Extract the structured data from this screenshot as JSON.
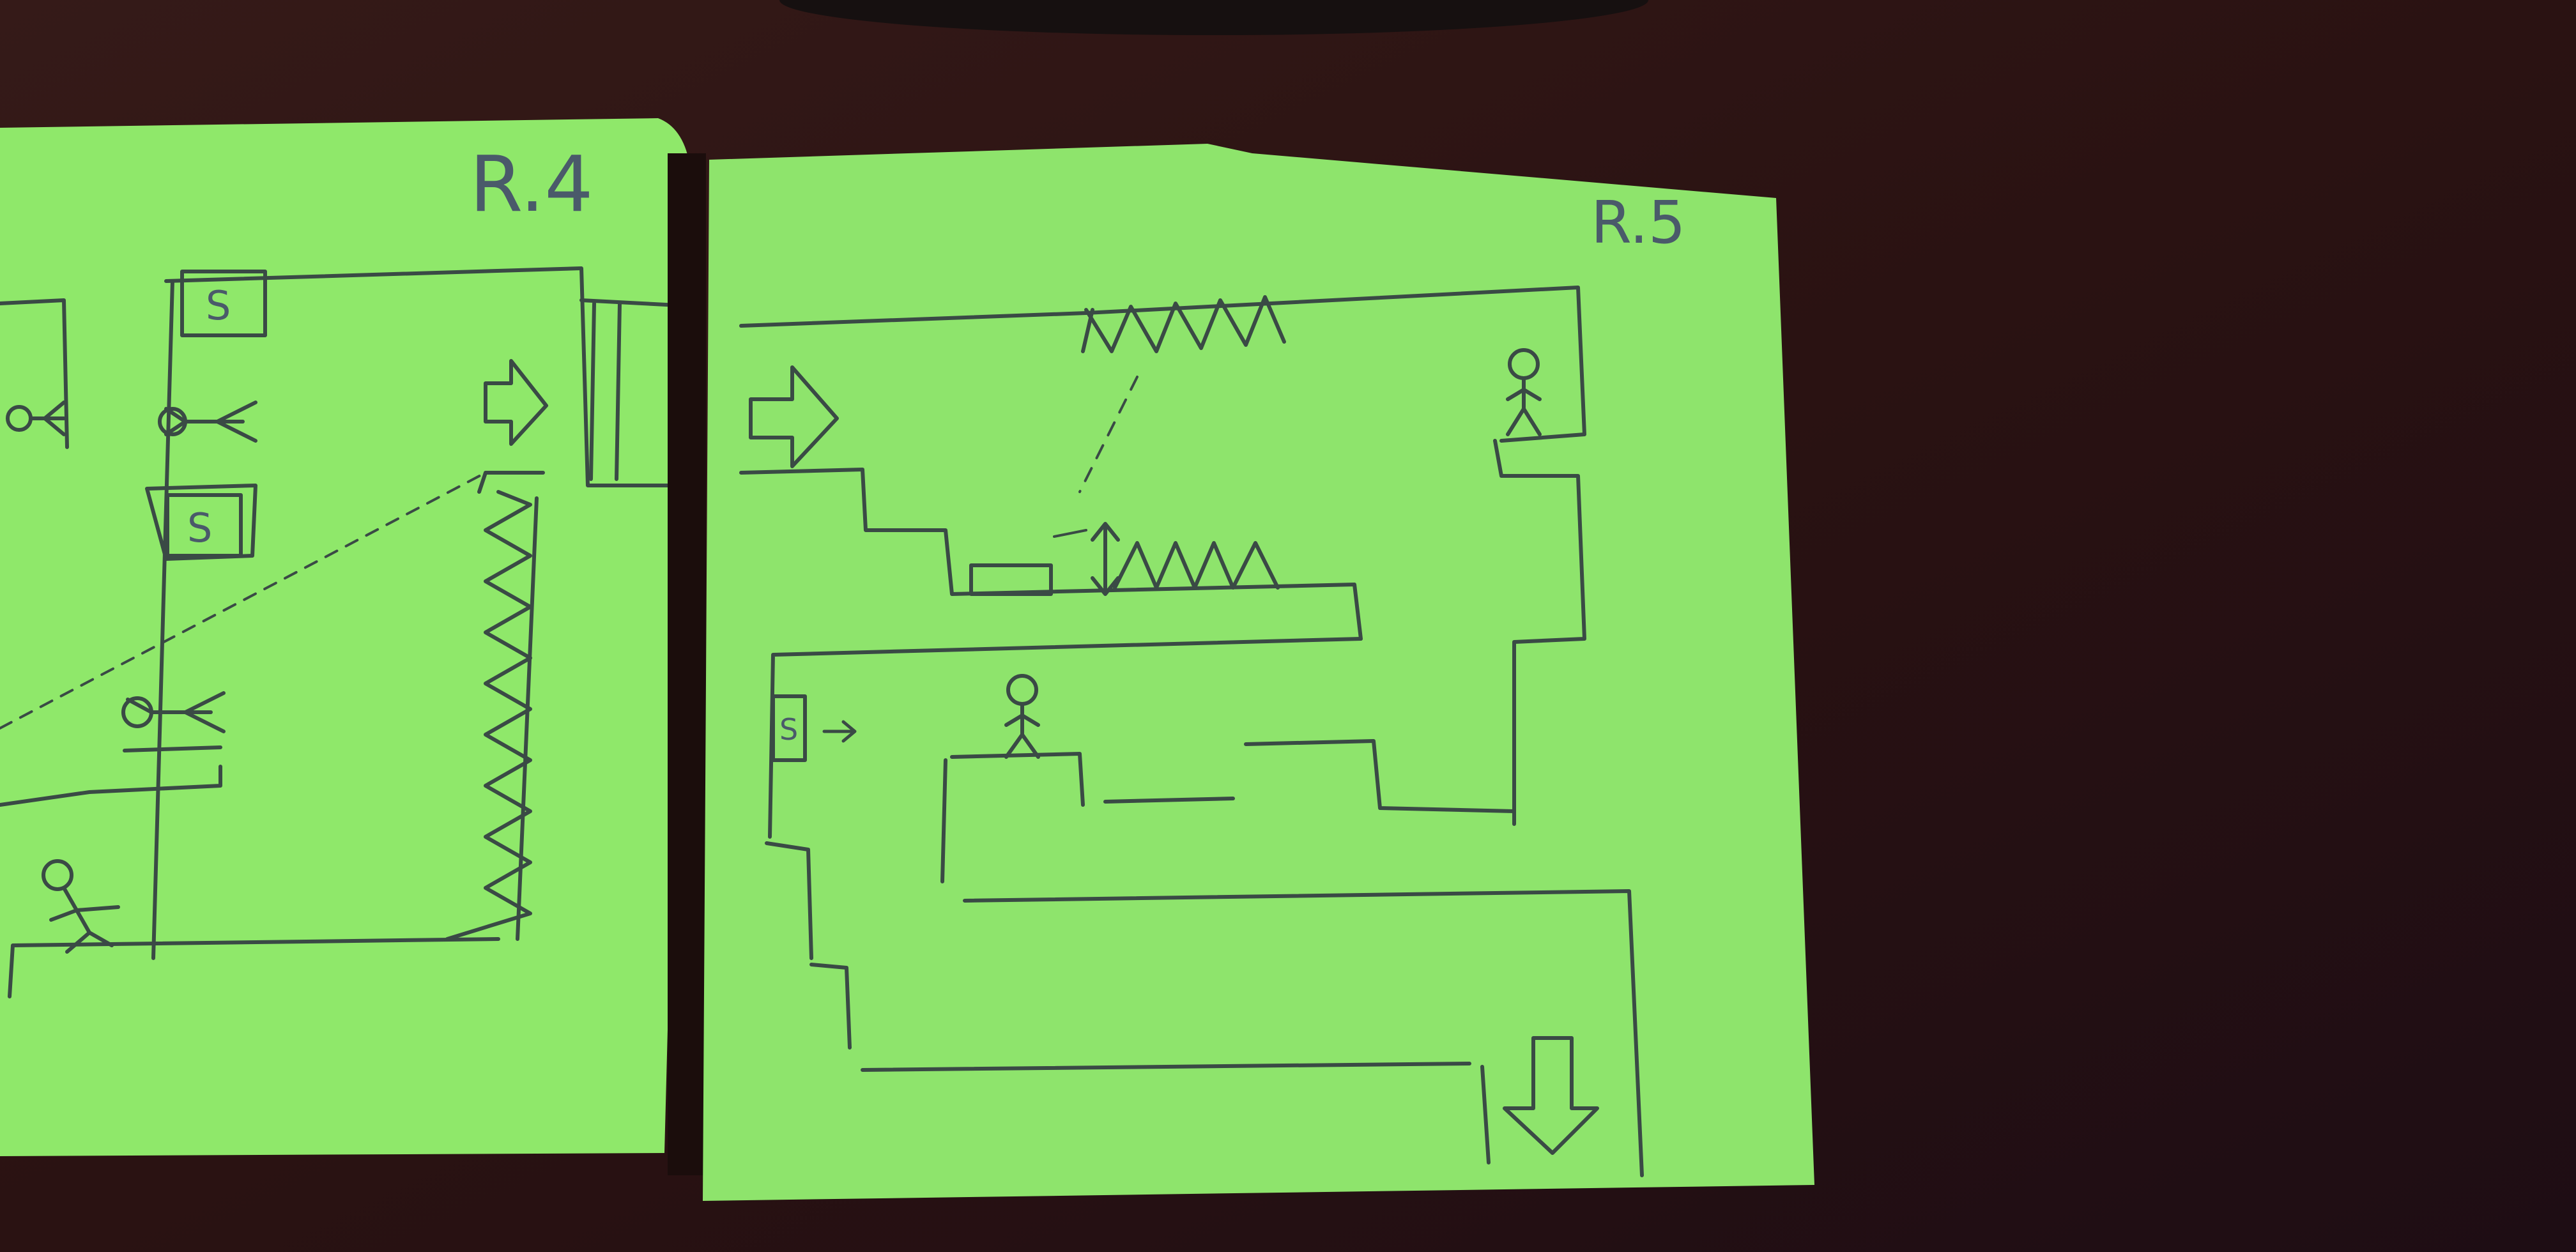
{
  "notes": [
    {
      "id": "room-4",
      "label": "R.4",
      "paper_color": "#8fe86a",
      "boxes": [
        "S",
        "S"
      ],
      "arrows": [
        "right"
      ]
    },
    {
      "id": "room-5",
      "label": "R.5",
      "paper_color": "#8ee46c",
      "boxes": [
        "S"
      ],
      "arrows": [
        "right",
        "down"
      ]
    }
  ],
  "colors": {
    "table": "#2a1414",
    "pencil": "#3a4a45",
    "ink": "#4a5a6a"
  },
  "icons": [
    "stick-figure-icon",
    "arrow-right-icon",
    "arrow-down-icon",
    "spike-hazard-icon",
    "save-box-icon"
  ]
}
